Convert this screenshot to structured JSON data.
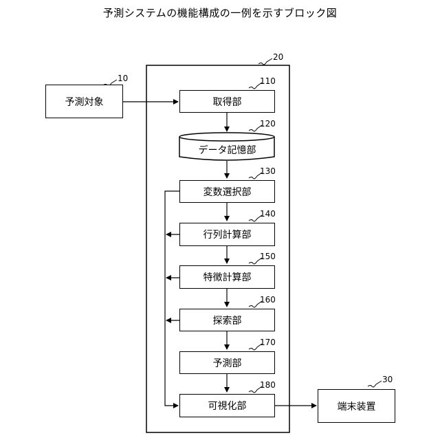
{
  "title": "予測システムの機能構成の一例を示すブロック図",
  "nodes": {
    "target": {
      "label": "予測対象",
      "ref": "10"
    },
    "system": {
      "ref": "20"
    },
    "terminal": {
      "label": "端末装置",
      "ref": "30"
    },
    "acquire": {
      "label": "取得部",
      "ref": "110"
    },
    "storage": {
      "label": "データ記憶部",
      "ref": "120"
    },
    "variable_select": {
      "label": "変数選択部",
      "ref": "130"
    },
    "matrix_calc": {
      "label": "行列計算部",
      "ref": "140"
    },
    "feature_calc": {
      "label": "特徴計算部",
      "ref": "150"
    },
    "search": {
      "label": "探索部",
      "ref": "160"
    },
    "predict": {
      "label": "予測部",
      "ref": "170"
    },
    "visualize": {
      "label": "可視化部",
      "ref": "180"
    }
  }
}
